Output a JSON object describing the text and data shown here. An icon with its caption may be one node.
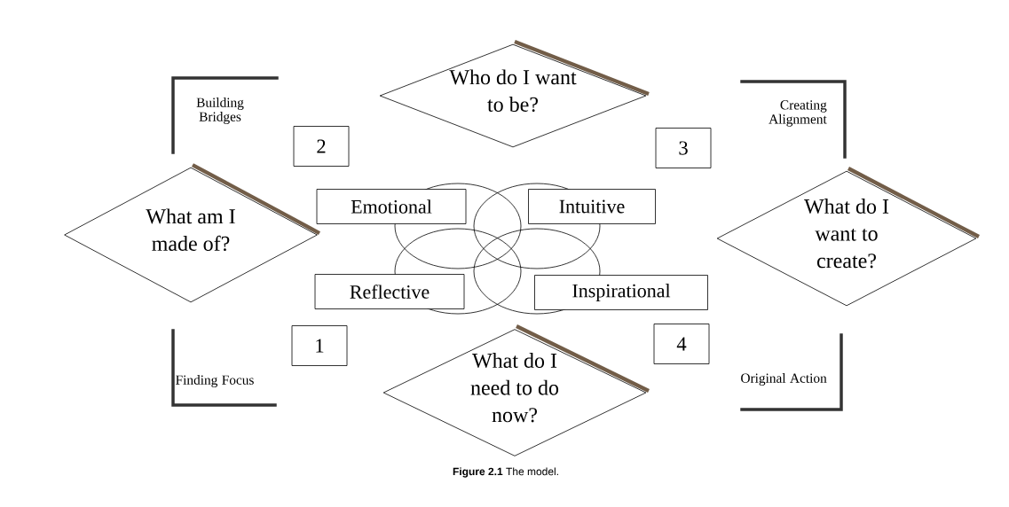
{
  "diagram": {
    "caption": "**Figure 2.1** The model.",
    "nodes": [
      {
        "text": [
          "Who do I want to be?"
        ]
      },
      {
        "text": [
          "What am I made of?"
        ]
      },
      {
        "text": [
          "What do I want to create?"
        ]
      },
      {
        "text": [
          "What do I need to do now?"
        ]
      },
      {
        "text": [
          "2"
        ]
      },
      {
        "text": [
          "3"
        ]
      },
      {
        "text": [
          "1"
        ]
      },
      {
        "text": [
          "4"
        ]
      },
      {
        "text": [
          "Emotional"
        ]
      },
      {
        "text": [
          "Intuitive"
        ]
      },
      {
        "text": [
          "Reflective"
        ]
      },
      {
        "text": [
          "Inspirational"
        ]
      }
    ],
    "edges": [],
    "labels": [
      "Building Bridges",
      "Creating Alignment",
      "Finding Focus",
      "Original Action"
    ]
  }
}
